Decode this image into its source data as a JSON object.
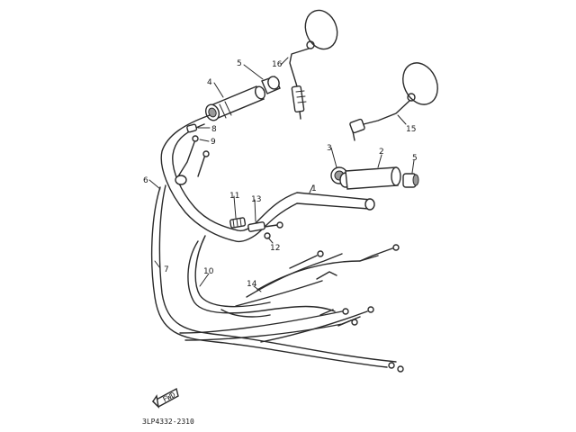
{
  "diagram": {
    "part_labels": [
      "1",
      "2",
      "3",
      "4",
      "5",
      "5",
      "6",
      "7",
      "8",
      "9",
      "10",
      "11",
      "12",
      "13",
      "14",
      "15",
      "16"
    ],
    "fwd_label": "FWD",
    "code": "3LP4332-2310"
  }
}
